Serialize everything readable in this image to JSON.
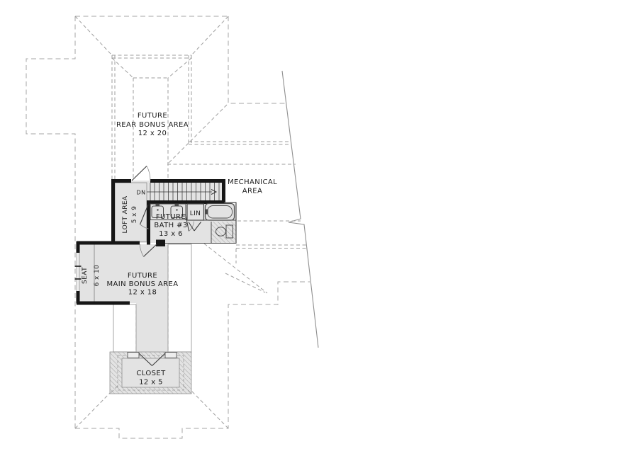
{
  "plan": {
    "labels": {
      "rear_bonus": {
        "l1": "FUTURE",
        "l2": "REAR BONUS AREA",
        "l3": "12 x 20"
      },
      "mechanical": {
        "l1": "MECHANICAL",
        "l2": "AREA"
      },
      "stairs": {
        "dn": "DN"
      },
      "loft": {
        "l1": "LOFT AREA",
        "l2": "5 x 9"
      },
      "bath": {
        "l1": "FUTURE",
        "l2": "BATH #3",
        "l3": "13 x 6"
      },
      "linen": {
        "l1": "LIN"
      },
      "seat": {
        "l1": "SEAT",
        "l2": "6 x 10"
      },
      "main_bonus": {
        "l1": "FUTURE",
        "l2": "MAIN BONUS AREA",
        "l3": "12 x 18"
      },
      "closet": {
        "l1": "CLOSET",
        "l2": "12 x 5"
      }
    },
    "colors": {
      "background": "#ffffff",
      "wall": "#161616",
      "room_fill": "#e3e3e3",
      "hatch_line": "#9c9c9c",
      "roof_line": "#a6a6a6",
      "fixture_line": "#4a4a4a",
      "text": "#1b1b1b"
    }
  }
}
